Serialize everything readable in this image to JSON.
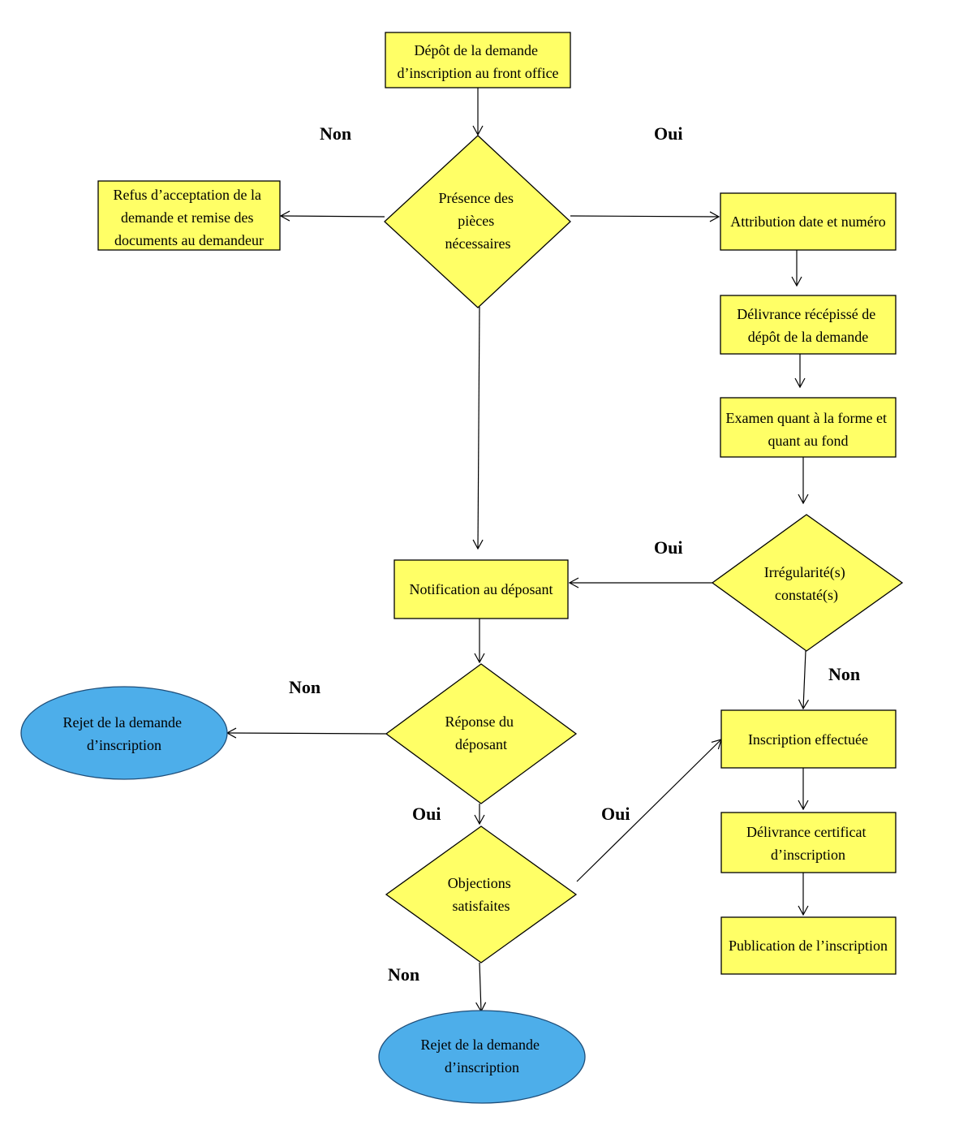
{
  "colors": {
    "process_fill": "#ffff66",
    "decision_fill": "#ffff66",
    "terminal_fill": "#4daeea",
    "line": "#000000"
  },
  "nodes": {
    "depot": {
      "lines": [
        "Dépôt de la demande",
        "d’inscription au front office"
      ]
    },
    "presence": {
      "lines": [
        "Présence des",
        "pièces",
        "nécessaires"
      ]
    },
    "refus": {
      "lines": [
        "Refus d’acceptation de la",
        "demande et remise des",
        "documents au demandeur"
      ]
    },
    "attribution": {
      "lines": [
        "Attribution date et numéro"
      ]
    },
    "delivrance_recepisse": {
      "lines": [
        "Délivrance récépissé de",
        "dépôt de la demande"
      ]
    },
    "examen": {
      "lines": [
        "Examen quant à la forme et",
        "quant au fond"
      ]
    },
    "irregularites": {
      "lines": [
        "Irrégularité(s)",
        "constaté(s)"
      ]
    },
    "notification": {
      "lines": [
        "Notification au déposant"
      ]
    },
    "reponse": {
      "lines": [
        "Réponse du",
        "déposant"
      ]
    },
    "rejet_1": {
      "lines": [
        "Rejet de la demande",
        "d’inscription"
      ]
    },
    "objections": {
      "lines": [
        "Objections",
        "satisfaites"
      ]
    },
    "rejet_2": {
      "lines": [
        "Rejet de la demande",
        "d’inscription"
      ]
    },
    "inscription_effectuee": {
      "lines": [
        "Inscription effectuée"
      ]
    },
    "delivrance_certificat": {
      "lines": [
        "Délivrance certificat",
        "d’inscription"
      ]
    },
    "publication": {
      "lines": [
        "Publication de l’inscription"
      ]
    }
  },
  "branch_labels": {
    "presence_non": "Non",
    "presence_oui": "Oui",
    "irregularites_oui": "Oui",
    "irregularites_non": "Non",
    "reponse_non": "Non",
    "reponse_oui": "Oui",
    "objections_oui": "Oui",
    "objections_non": "Non"
  },
  "edges": [
    {
      "from": "depot",
      "to": "presence"
    },
    {
      "from": "presence",
      "to": "refus",
      "label": "Non"
    },
    {
      "from": "presence",
      "to": "attribution",
      "label": "Oui"
    },
    {
      "from": "attribution",
      "to": "delivrance_recepisse"
    },
    {
      "from": "delivrance_recepisse",
      "to": "examen"
    },
    {
      "from": "examen",
      "to": "irregularites"
    },
    {
      "from": "presence",
      "to": "notification"
    },
    {
      "from": "irregularites",
      "to": "notification",
      "label": "Oui"
    },
    {
      "from": "irregularites",
      "to": "inscription_effectuee",
      "label": "Non"
    },
    {
      "from": "notification",
      "to": "reponse"
    },
    {
      "from": "reponse",
      "to": "rejet_1",
      "label": "Non"
    },
    {
      "from": "reponse",
      "to": "objections",
      "label": "Oui"
    },
    {
      "from": "objections",
      "to": "inscription_effectuee",
      "label": "Oui"
    },
    {
      "from": "objections",
      "to": "rejet_2",
      "label": "Non"
    },
    {
      "from": "inscription_effectuee",
      "to": "delivrance_certificat"
    },
    {
      "from": "delivrance_certificat",
      "to": "publication"
    }
  ]
}
